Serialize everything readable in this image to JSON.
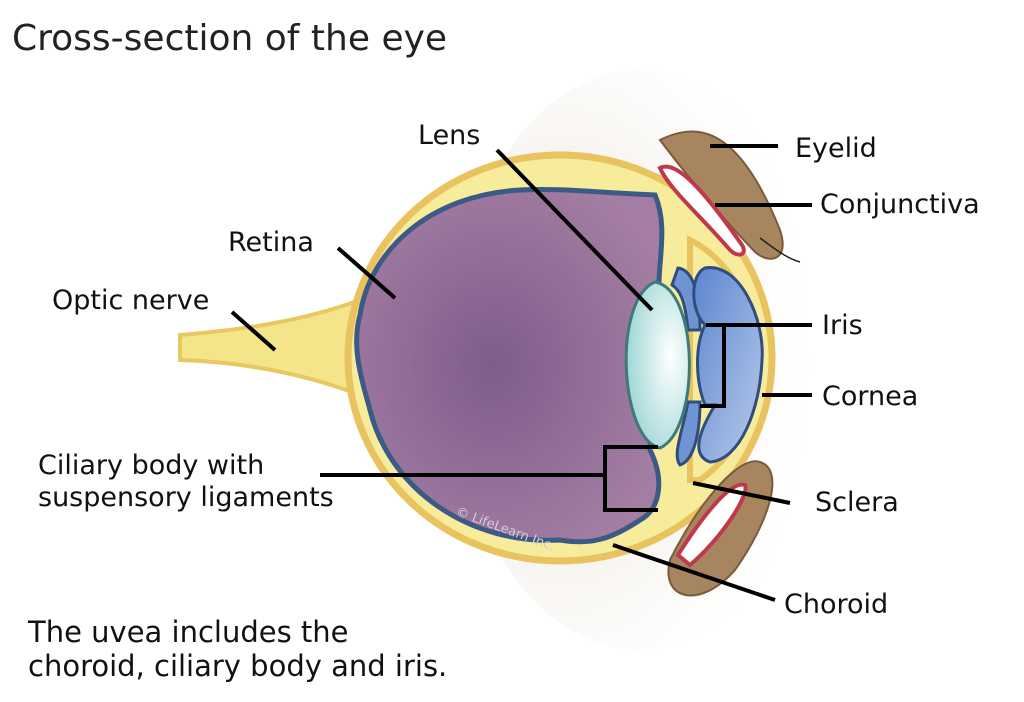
{
  "title": "Cross-section of the eye",
  "labels": {
    "lens": "Lens",
    "eyelid": "Eyelid",
    "conjunctiva": "Conjunctiva",
    "retina": "Retina",
    "optic_nerve": "Optic nerve",
    "iris": "Iris",
    "cornea": "Cornea",
    "ciliary_line1": "Ciliary body with",
    "ciliary_line2": "suspensory ligaments",
    "sclera": "Sclera",
    "choroid": "Choroid"
  },
  "note": {
    "line1": "The uvea includes the",
    "line2": "choroid, ciliary body and iris."
  },
  "watermark": "© LifeLearn Inc.",
  "colors": {
    "sclera": "#f5e58a",
    "vitreous": "#9b6f9a",
    "choroid": "#3c5a86",
    "lens": "#cfeeee",
    "iris": "#6f94d4",
    "eyelid": "#a7865f",
    "conjunctiva": "#c0394b"
  }
}
